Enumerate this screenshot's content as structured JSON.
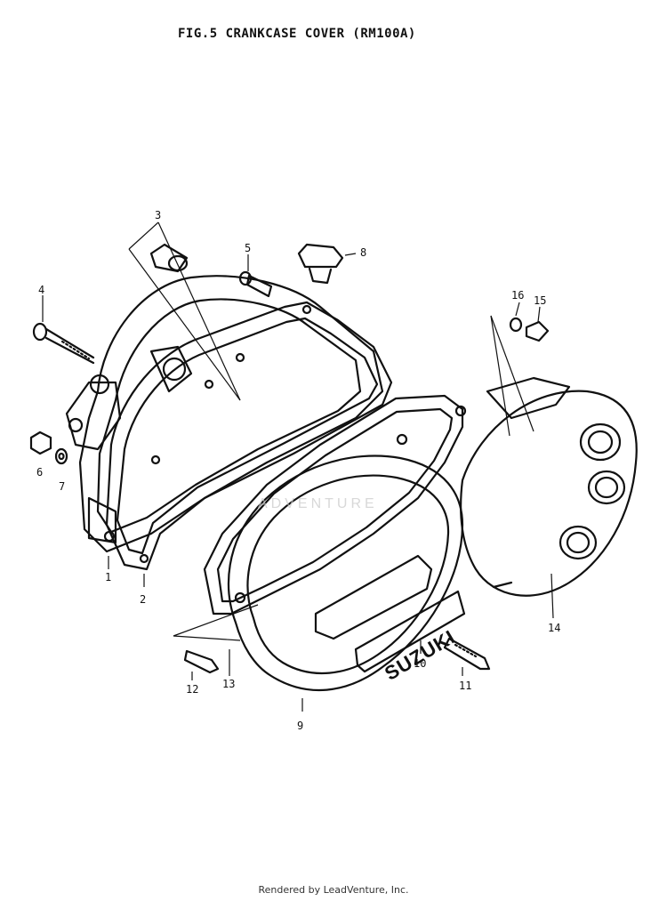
{
  "header": {
    "title": "FIG.5  CRANKCASE COVER (RM100A)"
  },
  "parts": [
    {
      "label": "1"
    },
    {
      "label": "2"
    },
    {
      "label": "3"
    },
    {
      "label": "4"
    },
    {
      "label": "5"
    },
    {
      "label": "6"
    },
    {
      "label": "7"
    },
    {
      "label": "8"
    },
    {
      "label": "9"
    },
    {
      "label": "10"
    },
    {
      "label": "11"
    },
    {
      "label": "12"
    },
    {
      "label": "13"
    },
    {
      "label": "14"
    },
    {
      "label": "15"
    },
    {
      "label": "16"
    }
  ],
  "cover_emblem": "SUZUKI",
  "watermark": "ADVENTURE",
  "footer": {
    "text": "Rendered by LeadVenture, Inc."
  }
}
